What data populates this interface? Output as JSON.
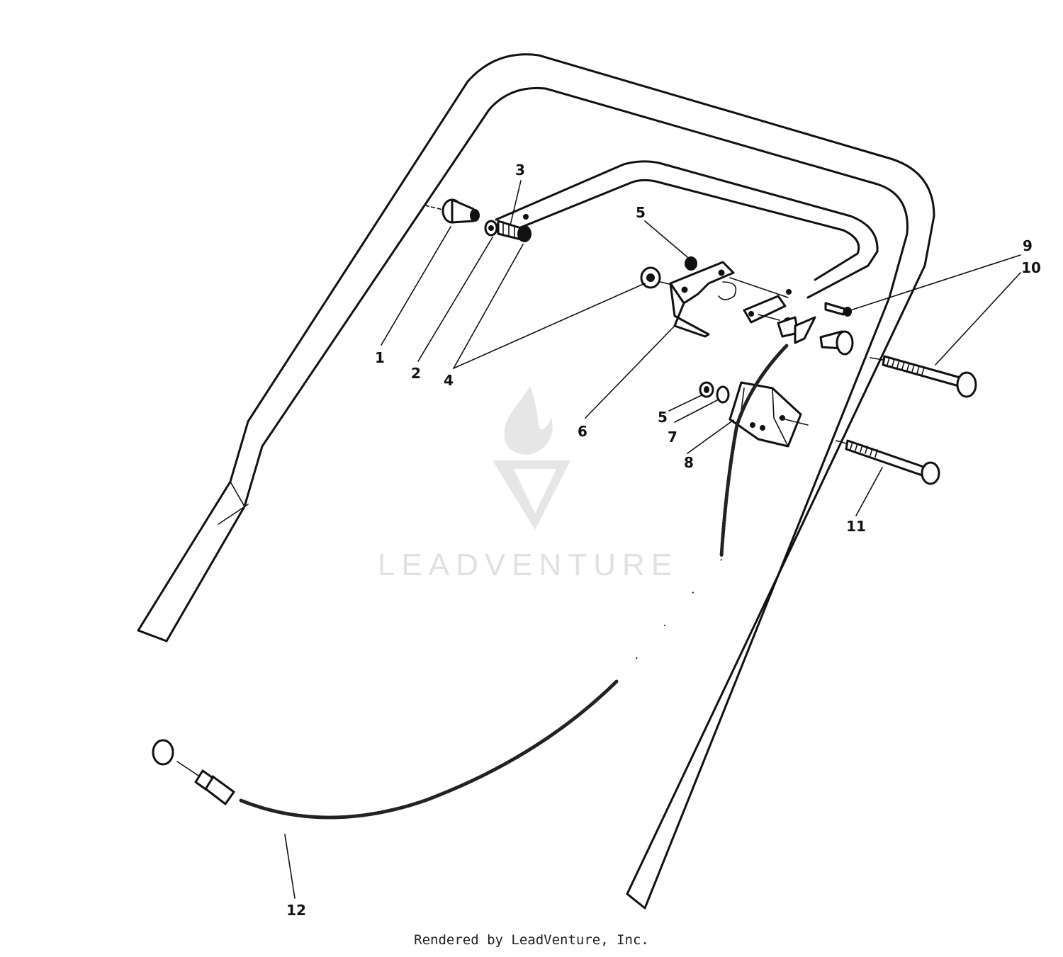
{
  "watermark": {
    "text": "LEADVENTURE",
    "color": "#e1e1e1"
  },
  "callouts": [
    {
      "id": "callout-1",
      "text": "1"
    },
    {
      "id": "callout-2",
      "text": "2"
    },
    {
      "id": "callout-3",
      "text": "3"
    },
    {
      "id": "callout-4",
      "text": "4"
    },
    {
      "id": "callout-5-top",
      "text": "5"
    },
    {
      "id": "callout-5-lower",
      "text": "5"
    },
    {
      "id": "callout-6",
      "text": "6"
    },
    {
      "id": "callout-7",
      "text": "7"
    },
    {
      "id": "callout-8",
      "text": "8"
    },
    {
      "id": "callout-9",
      "text": "9"
    },
    {
      "id": "callout-10",
      "text": "10"
    },
    {
      "id": "callout-11",
      "text": "11"
    },
    {
      "id": "callout-12",
      "text": "12"
    }
  ],
  "footer": {
    "text": "Rendered by LeadVenture, Inc."
  }
}
